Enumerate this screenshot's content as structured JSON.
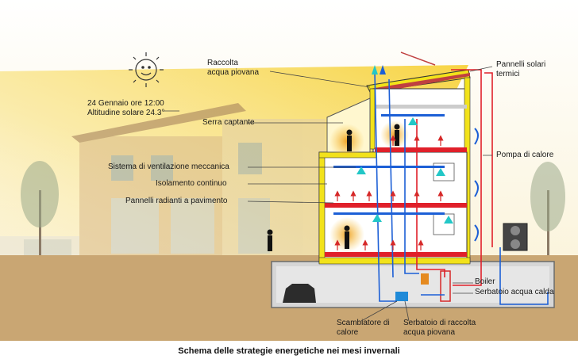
{
  "caption": "Schema delle strategie energetiche nei mesi invernali",
  "sun_info": {
    "date_time": "24 Gennaio ore 12:00",
    "altitude": "Altitudine solare 24.3°"
  },
  "labels": {
    "rainwater_collection": [
      "Raccolta",
      "acqua piovana"
    ],
    "sunspace": "Serra captante",
    "ventilation": "Sistema di ventilazione meccanica",
    "insulation": "Isolamento continuo",
    "floor_heating": "Pannelli radianti a pavimento",
    "solar_panels": [
      "Pannelli solari",
      "termici"
    ],
    "heat_pump": "Pompa di calore",
    "boiler": "Boiler",
    "hot_water_tank": "Serbatoio acqua calda",
    "heat_exchanger": [
      "Scambiatore di",
      "calore"
    ],
    "rain_tank": [
      "Serbatoio di raccolta",
      "acqua piovana"
    ]
  },
  "colors": {
    "sun_glow": "#f5d84a",
    "insulation": "#f2e21a",
    "hot_pipe": "#e0202a",
    "cold_pipe": "#1c5fd6",
    "ventilation": "#22c7c7",
    "ground": "#c9a673"
  }
}
